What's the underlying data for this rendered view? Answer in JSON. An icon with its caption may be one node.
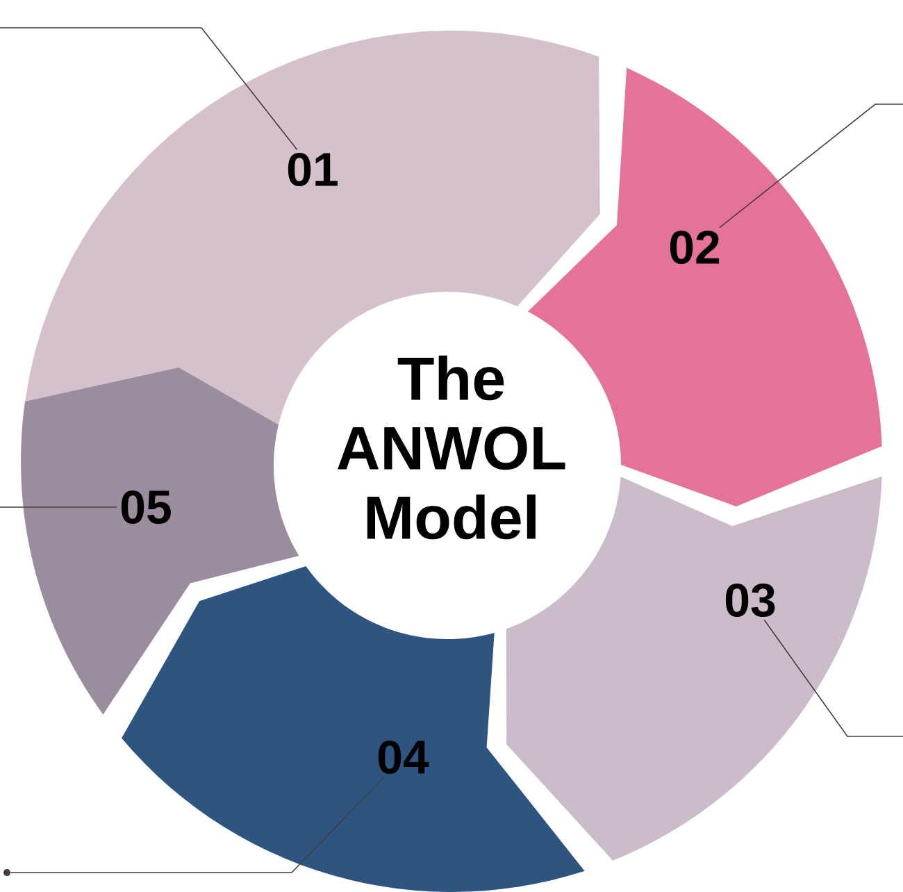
{
  "diagram": {
    "nodes": [
      {
        "text": [
          "01"
        ]
      },
      {
        "text": [
          "02"
        ]
      },
      {
        "text": [
          "03"
        ]
      },
      {
        "text": [
          "04"
        ]
      },
      {
        "text": [
          "05"
        ]
      },
      {
        "text": [
          "The ANWOL Model"
        ]
      },
      {
        "text": [],
        "shape": "circle"
      }
    ],
    "edges": [
      {
        "from": null,
        "to": 0,
        "arrow": "none"
      },
      {
        "from": null,
        "to": 1,
        "arrow": "none"
      },
      {
        "from": null,
        "to": 2,
        "arrow": "none"
      },
      {
        "from": 3,
        "to": 6,
        "arrow": "none"
      },
      {
        "from": null,
        "to": 4,
        "arrow": "none"
      }
    ]
  }
}
